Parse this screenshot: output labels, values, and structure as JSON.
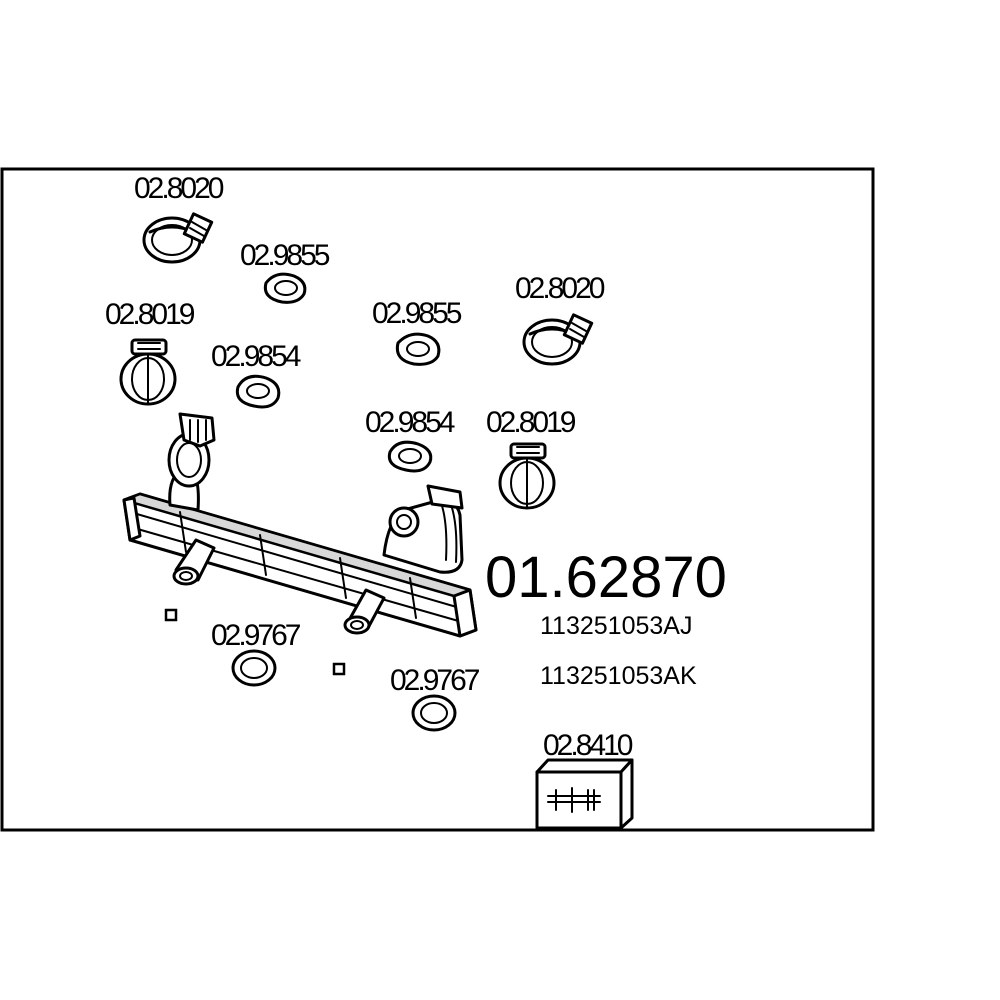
{
  "diagram": {
    "main_part_number": "01.62870",
    "oem_numbers": [
      "113251053AJ",
      "113251053AK"
    ],
    "part_labels": {
      "clamp_top_left": "02.8020",
      "gasket_top_left_upper": "02.9855",
      "clip_left": "02.8019",
      "gasket_top_left_lower": "02.9854",
      "gasket_top_mid_upper": "02.9855",
      "clamp_top_right": "02.8020",
      "gasket_top_mid_lower": "02.9854",
      "clip_right": "02.8019",
      "ring_left": "02.9767",
      "ring_right": "02.9767",
      "mounting_kit": "02.8410"
    }
  }
}
